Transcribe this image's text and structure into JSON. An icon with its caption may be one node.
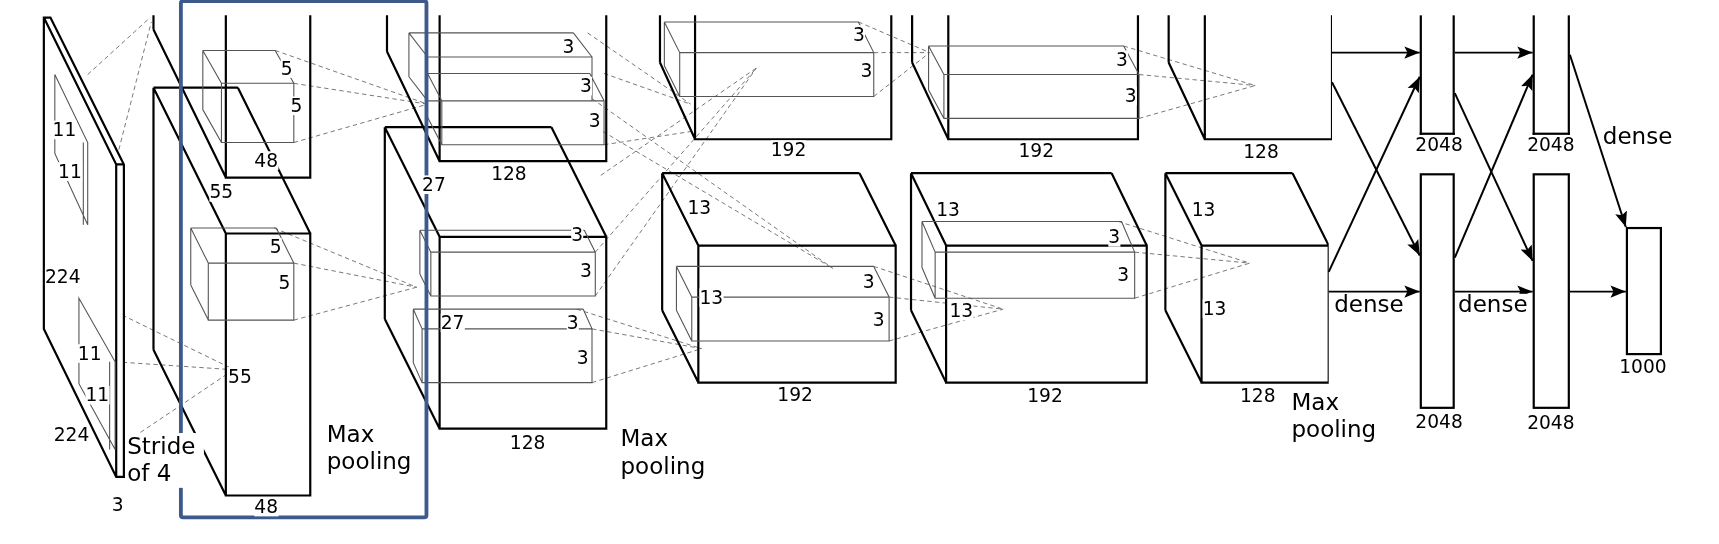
{
  "diagram": {
    "nodes": [
      {
        "text": [],
        "shape": "box",
        "beside": [
          "128"
        ]
      },
      {
        "text": [],
        "shape": "box",
        "beside": [
          "128"
        ]
      },
      {
        "text": [],
        "shape": "bar",
        "beside": [
          "2048"
        ]
      },
      {
        "text": [],
        "shape": "bar",
        "beside": [
          "2048"
        ]
      },
      {
        "text": [],
        "shape": "bar",
        "beside": [
          "2048"
        ]
      },
      {
        "text": [],
        "shape": "bar",
        "beside": [
          "2048"
        ]
      },
      {
        "text": [],
        "shape": "bar",
        "beside": [
          "1000"
        ]
      }
    ],
    "edges": [
      {
        "from": 0,
        "to": 2,
        "arrow": "to"
      },
      {
        "from": 0,
        "to": 3,
        "arrow": "to"
      },
      {
        "from": 1,
        "to": 2,
        "arrow": "to"
      },
      {
        "from": 1,
        "to": 3,
        "arrow": "to",
        "label": "dense"
      },
      {
        "from": 2,
        "to": 4,
        "arrow": "to"
      },
      {
        "from": 2,
        "to": 5,
        "arrow": "to"
      },
      {
        "from": 3,
        "to": 4,
        "arrow": "to"
      },
      {
        "from": 3,
        "to": 5,
        "arrow": "to",
        "label": "dense"
      },
      {
        "from": 4,
        "to": 6,
        "arrow": "to",
        "label": "dense"
      },
      {
        "from": 5,
        "to": 6,
        "arrow": "to"
      }
    ],
    "labels": [
      "11",
      "11",
      "224",
      "11",
      "11",
      "224",
      "Stride of 4",
      "3",
      "5",
      "5",
      "48",
      "55",
      "5",
      "5",
      "55",
      "48",
      "Max pooling",
      "3",
      "3",
      "3",
      "27",
      "128",
      "3",
      "3",
      "27",
      "3",
      "3",
      "128",
      "Max pooling",
      "3",
      "3",
      "192",
      "13",
      "13",
      "3",
      "3",
      "192",
      "3",
      "3",
      "192",
      "13",
      "3",
      "3",
      "13",
      "192",
      "13",
      "13",
      "Max pooling"
    ]
  }
}
